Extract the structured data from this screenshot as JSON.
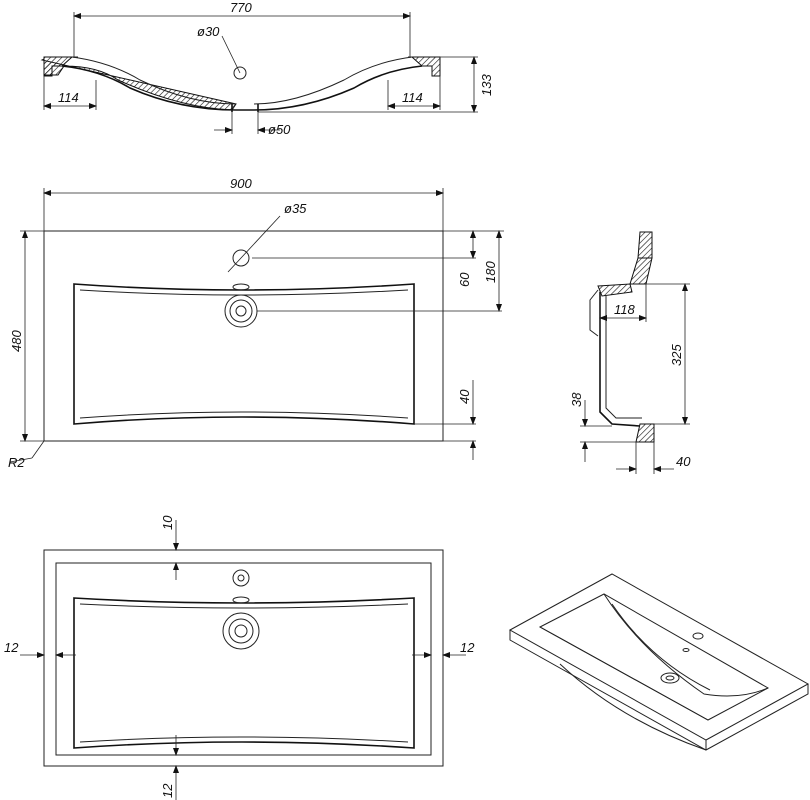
{
  "views": {
    "top_section": {
      "width": "770",
      "overflow_hole": "ø30",
      "left_rim": "114",
      "right_rim": "114",
      "height": "133",
      "drain": "ø50"
    },
    "plan": {
      "width": "900",
      "tap_hole": "ø35",
      "depth": "480",
      "tap_offset": "180",
      "basin_offset": "60",
      "front_offset": "40",
      "corner_radius": "R2"
    },
    "side_section": {
      "offset": "118",
      "height": "325",
      "thickness": "38",
      "lip": "40"
    },
    "underside": {
      "back_margin": "10",
      "left_margin": "12",
      "right_margin": "12",
      "front_margin": "12"
    }
  }
}
